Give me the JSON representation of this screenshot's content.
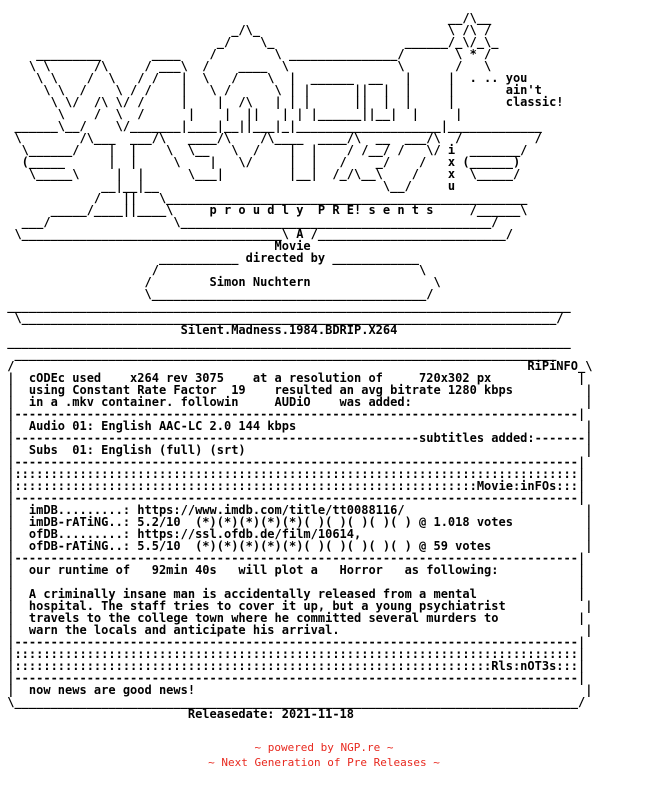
{
  "nfo": {
    "lines": [
      "                                                              __/\\__",
      "                                _/\\_                          \\ /\\ /",
      "                              _/    \\_                  ______/_\\/_\\_",
      "     _________       ____    /        \\ _______________/       \\ * /",
      "    \\ \\      /\\     / ___\\  /    ____  \\               \\       /   \\",
      "     \\ \\    /  \\   / /   |  \\   /    \\  |  ______  __   |     |  . .. you",
      "      \\ \\  /    \\ / /    |   \\ /      \\ | |      ||  |  |     |       ain't",
      "       \\ \\/  /\\ \\/ /     |    |  /\\   | | |      ||  |  |     |       classic!",
      "        \\    /  \\  /      |    |  ||   | | |______||__|  |     |",
      "  ______\\__/    \\/_______|____|__||___|_|____________________|_____________",
      "  \\        /\\___  ___/\\   ____/\\    /\\____  ____/\\  __  ___/\\  /          /",
      "   \\______/    |  |    \\  \\__   \\  /    |  |    / /__/ /   \\/ i  _______/",
      "   (_____      |  |     \\    |   \\/     |  |   /    _/    /   x (______)",
      "    \\_____\\     |  |      \\___|         |__|  /_/\\__\\    /    x  \\_____/",
      "              __|__|__                               \\__/     u",
      "             /   ||   \\__________________________________________________",
      "       _____/____||____\\     p r o u d l y  P R E! s e n t s     /______\\",
      "   ___/                 \\___________________________________________/",
      "  \\____________________________________\\ A /__________________________/",
      "                                      Movie",
      "                      ___________ directed by ____________",
      "                     /                                    \\",
      "                    /        Simon Nuchtern                 \\",
      "                    \\______________________________________/",
      " ______________________________________________________________________________",
      "  \\__________________________________________________________________________/",
      "                         Silent.Madness.1984.BDRIP.X264",
      " ______________________________________________________________________________",
      "  ___________________________________________________________________________",
      " /                                                                       RiPiNFO_\\",
      " |  cODEc used    x264 rev 3075    at a resolution of     720x302 px            |",
      " |  using Constant Rate Factor  19    resulted an avg bitrate 1280 kbps          |",
      " |  in a .mkv container. followin     AUDiO    was added:                        |",
      " |------------------------------------------------------------------------------|",
      " |  Audio 01: English AAC-LC 2.0 144 kbps                                        |",
      " |--------------------------------------------------------subtitles added:-------|",
      " |  Subs  01: English (full) (srt)                                               |",
      " |------------------------------------------------------------------------------|",
      " |::::::::::::::::::::::::::::::::::::::::::::::::::::::::::::::::::::::::::::::|",
      " |::::::::::::::::::::::::::::::::::::::::::::::::::::::::::::::::Movie:inFOs:::|",
      " |------------------------------------------------------------------------------|",
      " |  imDB.........: https://www.imdb.com/title/tt0088116/                         |",
      " |  imDB-rATiNG..: 5.2/10  (*)(*)(*)(*)(*)( )( )( )( )( ) @ 1.018 votes          |",
      " |  ofDB.........: https://ssl.ofdb.de/film/10614,                               |",
      " |  ofDB-rATiNG..: 5.5/10  (*)(*)(*)(*)(*)( )( )( )( )( ) @ 59 votes             |",
      " |------------------------------------------------------------------------------|",
      " |  our runtime of   92min 40s   will plot a   Horror   as following:           |",
      " |                                                                              |",
      " |  A criminally insane man is accidentally released from a mental              |",
      " |  hospital. The staff tries to cover it up, but a young psychiatrist           |",
      " |  travels to the college town where he committed several murders to           |",
      " |  warn the locals and anticipate his arrival.                                  |",
      " |------------------------------------------------------------------------------|",
      " |::::::::::::::::::::::::::::::::::::::::::::::::::::::::::::::::::::::::::::::|",
      " |::::::::::::::::::::::::::::::::::::::::::::::::::::::::::::::::::Rls:nOT3s:::|",
      " |------------------------------------------------------------------------------|",
      " |  now news are good news!                                                      |",
      " \\______________________________________________________________________________/",
      "                          Releasedate: 2021-11-18"
    ]
  },
  "footer": {
    "line1": "~ powered by NGP.re ~",
    "line2": "~ Next Generation of Pre Releases ~"
  },
  "colors": {
    "background": "#ffffff",
    "text": "#000000",
    "footer": "#e8281e"
  }
}
